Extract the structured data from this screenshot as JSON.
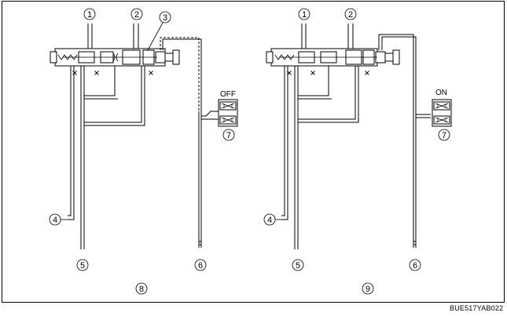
{
  "callouts": {
    "c1": "1",
    "c2": "2",
    "c3": "3",
    "c4": "4",
    "c5": "5",
    "c6": "6",
    "c7": "7",
    "c8": "8",
    "c9": "9"
  },
  "solenoid_off_label": "OFF",
  "solenoid_on_label": "ON",
  "figure_code": "BUE517YAB022",
  "colors": {
    "line": "#000000",
    "background": "#ffffff"
  }
}
